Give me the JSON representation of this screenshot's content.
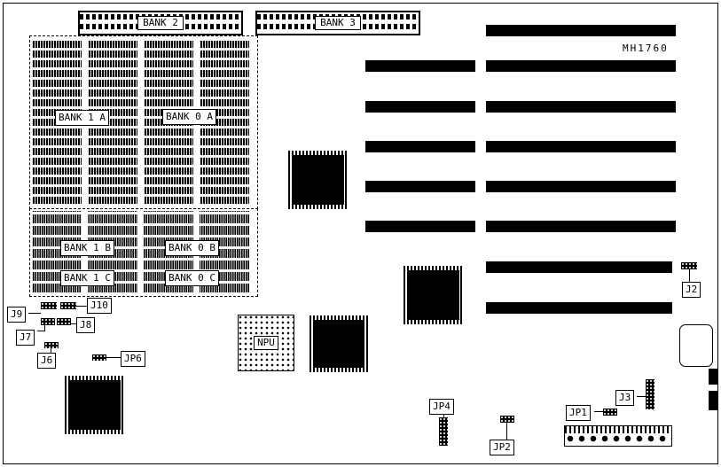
{
  "board": {
    "part_number": "MH1760",
    "top_sockets": {
      "bank2": "BANK 2",
      "bank3": "BANK 3"
    },
    "memory": {
      "bank1a": "BANK 1 A",
      "bank0a": "BANK 0 A",
      "bank1b": "BANK 1 B",
      "bank0b": "BANK 0 B",
      "bank1c": "BANK 1 C",
      "bank0c": "BANK 0 C"
    },
    "npu": "NPU",
    "connectors": {
      "j2": "J2",
      "j3": "J3",
      "j6": "J6",
      "j7": "J7",
      "j8": "J8",
      "j9": "J9",
      "j10": "J10",
      "jp1": "JP1",
      "jp2": "JP2",
      "jp4": "JP4",
      "jp6": "JP6"
    }
  }
}
